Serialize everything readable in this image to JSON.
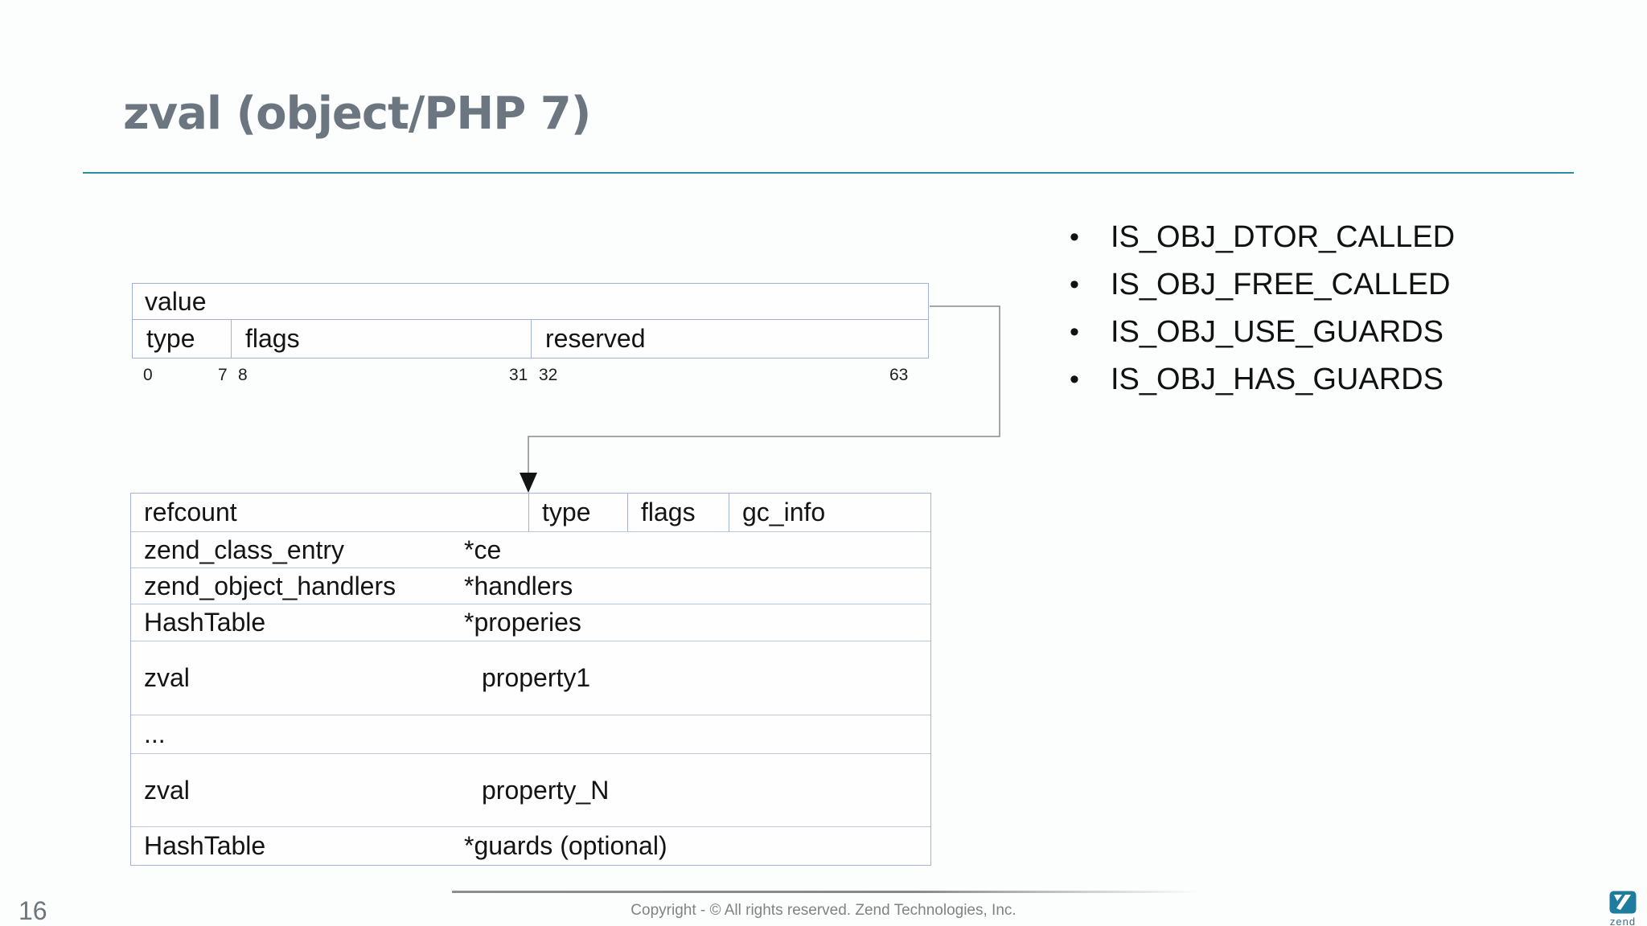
{
  "slide": {
    "title": "zval (object/PHP 7)",
    "page_number": "16",
    "copyright": "Copyright - © All rights reserved. Zend Technologies, Inc.",
    "logo_text": "zend"
  },
  "colors": {
    "title_gray": "#6b7680",
    "accent_rule_teal": "#2b8ca2",
    "table_border_blue": "#a3b2d6",
    "connector_gray": "#8a8a8a",
    "logo_teal": "#1e7d9e"
  },
  "bit_field_table": {
    "value_label": "value",
    "cells": [
      "type",
      "flags",
      "reserved"
    ],
    "bit_labels": [
      "0",
      "7",
      "8",
      "31",
      "32",
      "63"
    ]
  },
  "object_struct_table": {
    "header_cells": [
      "refcount",
      "type",
      "flags",
      "gc_info"
    ],
    "rows": [
      {
        "type": "zend_class_entry",
        "value": "*ce"
      },
      {
        "type": "zend_object_handlers",
        "value": "*handlers"
      },
      {
        "type": "HashTable",
        "value": "*properies"
      },
      {
        "type": "zval",
        "value": "property1"
      },
      {
        "type": "...",
        "value": ""
      },
      {
        "type": "zval",
        "value": "property_N"
      },
      {
        "type": "HashTable",
        "value": "*guards (optional)"
      }
    ]
  },
  "object_flags": {
    "items": [
      "IS_OBJ_DTOR_CALLED",
      "IS_OBJ_FREE_CALLED",
      "IS_OBJ_USE_GUARDS",
      "IS_OBJ_HAS_GUARDS"
    ]
  }
}
